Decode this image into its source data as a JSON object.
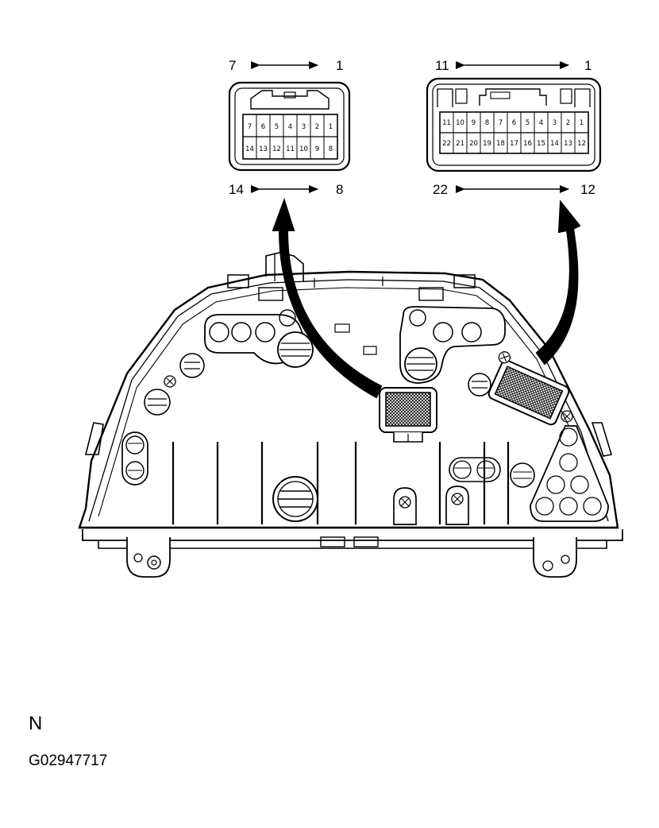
{
  "connector_left": {
    "top_left_label": "7",
    "top_right_label": "1",
    "bottom_left_label": "14",
    "bottom_right_label": "8",
    "row1_pins": [
      "7",
      "6",
      "5",
      "4",
      "3",
      "2",
      "1"
    ],
    "row2_pins": [
      "14",
      "13",
      "12",
      "11",
      "10",
      "9",
      "8"
    ]
  },
  "connector_right": {
    "top_left_label": "11",
    "top_right_label": "1",
    "bottom_left_label": "22",
    "bottom_right_label": "12",
    "row1_pins": [
      "11",
      "10",
      "9",
      "8",
      "7",
      "6",
      "5",
      "4",
      "3",
      "2",
      "1"
    ],
    "row2_pins": [
      "22",
      "21",
      "20",
      "19",
      "18",
      "17",
      "16",
      "15",
      "14",
      "13",
      "12"
    ]
  },
  "view_label": "N",
  "figure_id": "G02947717",
  "colors": {
    "line": "#000000",
    "background": "#ffffff"
  }
}
